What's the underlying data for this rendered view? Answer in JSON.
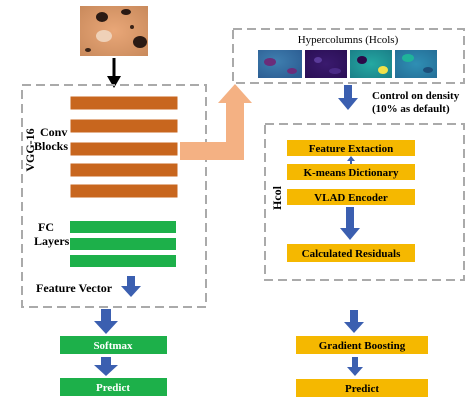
{
  "left_group": {
    "label": "VGG-16",
    "conv_label": [
      "Conv",
      "Blocks"
    ],
    "fc_label": [
      "FC",
      "Layers"
    ],
    "feature_vector": "Feature Vector"
  },
  "hypercolumns": {
    "title": "Hypercolumns (Hcols)"
  },
  "density_note": [
    "Control on density",
    "(10% as default)"
  ],
  "hcol_group": {
    "label": "Hcol",
    "steps": [
      "Feature Extaction",
      "K-means Dictionary",
      "VLAD Encoder",
      "Calculated Residuals"
    ]
  },
  "left_outputs": [
    "Softmax",
    "Predict"
  ],
  "right_outputs": [
    "Gradient Boosting",
    "Predict"
  ],
  "colors": {
    "conv": "#c8661e",
    "fc": "#1db04a",
    "gold": "#f5b800",
    "arrow_blue": "#3b5fb0",
    "arrow_peach": "#f4b183",
    "dash": "#aaaaaa"
  }
}
